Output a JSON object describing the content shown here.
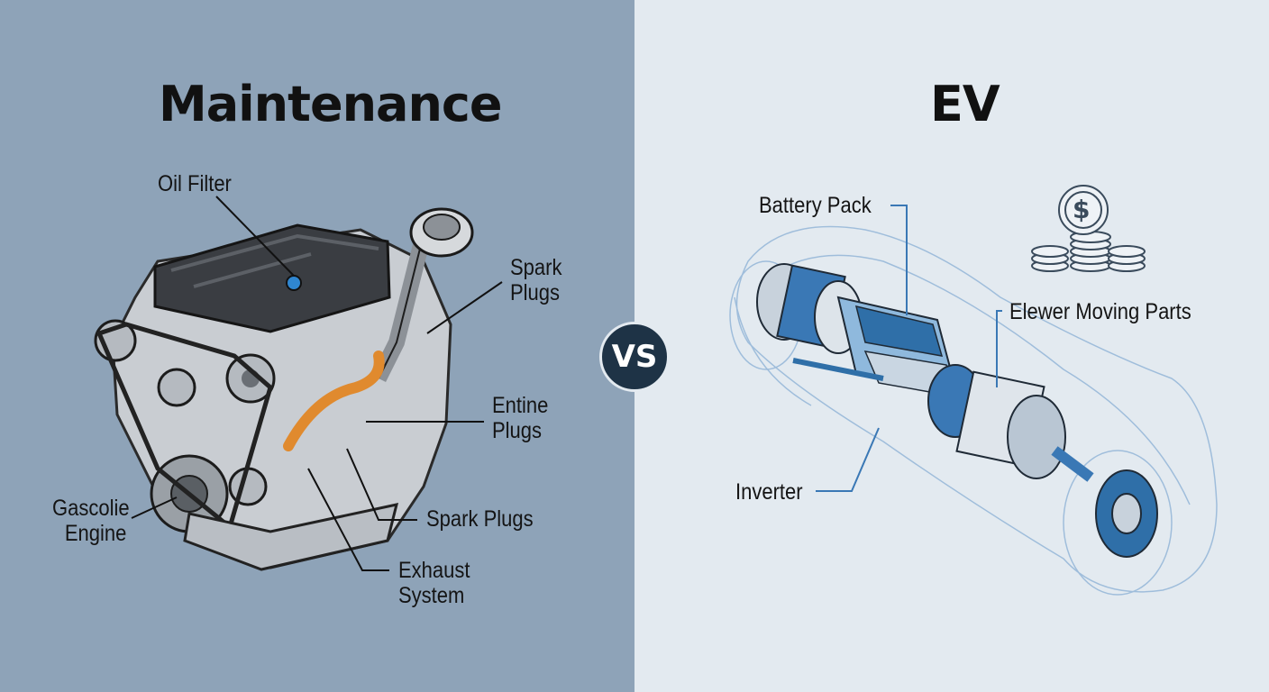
{
  "left": {
    "title": "Maintenance",
    "labels": {
      "oil_filter": "Oil Filter",
      "spark_plugs_top_1": "Spark",
      "spark_plugs_top_2": "Plugs",
      "entine_plugs_1": "Entine",
      "entine_plugs_2": "Plugs",
      "gascolie_engine_1": "Gascolie",
      "gascolie_engine_2": "Engine",
      "spark_plugs_bottom": "Spark Plugs",
      "exhaust_system_1": "Exhaust",
      "exhaust_system_2": "System"
    }
  },
  "vs": "VS",
  "right": {
    "title": "EV",
    "labels": {
      "battery_pack": "Battery Pack",
      "fewer_moving_parts": "Elewer Moving Parts",
      "inverter": "Inverter"
    },
    "coin_symbol": "$"
  },
  "colors": {
    "left_bg": "#8ea3b8",
    "right_bg": "#e3eaf0",
    "vs_badge": "#1e3346",
    "ev_accent": "#3a78b5",
    "hose_orange": "#e08a2e"
  }
}
